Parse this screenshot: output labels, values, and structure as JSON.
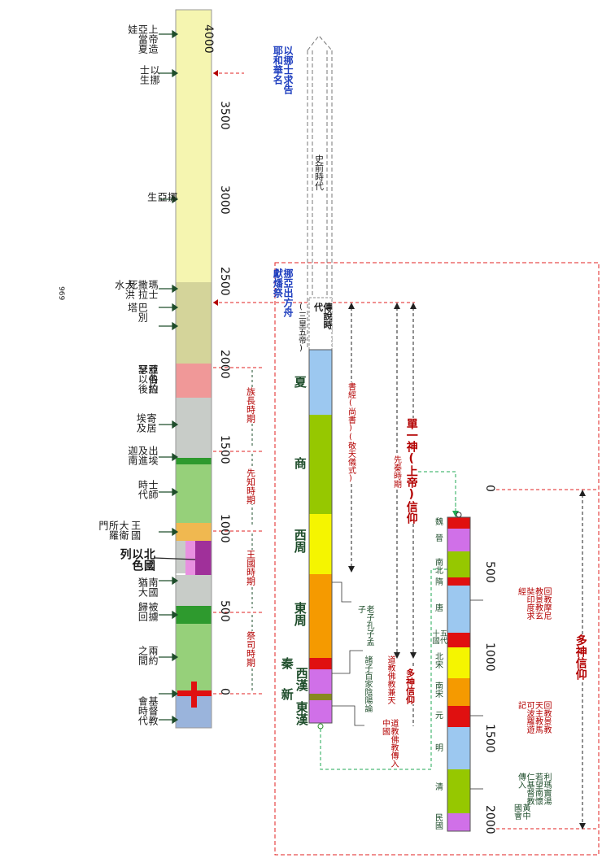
{
  "colors": {
    "green_text": "#1e4d2b",
    "blue_text": "#1f3fbf",
    "red_text": "#b30000",
    "dark_red": "#8b0000"
  },
  "left_scale": {
    "ticks": [
      "4000",
      "3500",
      "3000",
      "2500",
      "2000",
      "1500",
      "1000",
      "500",
      "0"
    ]
  },
  "left_events": [
    {
      "id": "e1",
      "text": "上帝造亞當夏娃"
    },
    {
      "id": "e2",
      "text": "以挪士生"
    },
    {
      "id": "e3",
      "text": "挪亞生"
    },
    {
      "id": "e4",
      "text": "瑪士撒拉死"
    },
    {
      "id": "e5",
      "text": "大洪水"
    },
    {
      "id": "e6",
      "text": "巴別塔"
    },
    {
      "id": "e6b",
      "text": "969"
    },
    {
      "id": "e7",
      "text": "亞伯拉罕以後"
    },
    {
      "id": "e7b",
      "text": "雅各約瑟"
    },
    {
      "id": "e8",
      "text": "寄居埃及"
    },
    {
      "id": "e9",
      "text": "出埃及進迦南"
    },
    {
      "id": "e10",
      "text": "士師時代"
    },
    {
      "id": "e11",
      "text": "王國"
    },
    {
      "id": "e11b",
      "text": "大衛所羅門"
    },
    {
      "id": "e12",
      "text": "北國以色列"
    },
    {
      "id": "e13",
      "text": "南國猶大"
    },
    {
      "id": "e14",
      "text": "被擄歸回"
    },
    {
      "id": "e15",
      "text": "兩約之間"
    },
    {
      "id": "e16",
      "text": "基督教會時代"
    }
  ],
  "periods": [
    {
      "id": "p1",
      "text": "族長時期"
    },
    {
      "id": "p2",
      "text": "先知時期"
    },
    {
      "id": "p3",
      "text": "王國時期"
    },
    {
      "id": "p4",
      "text": "祭司時期"
    }
  ],
  "blue_notes": [
    {
      "id": "b1",
      "text": "以挪士求告耶和華名"
    },
    {
      "id": "b2",
      "text": "挪亞出方舟獻燔祭"
    }
  ],
  "prehistory": {
    "label": "史前時代"
  },
  "china": {
    "legend": "傳說時代",
    "sub": "(三皇五帝)",
    "dynasties": [
      "夏",
      "商",
      "西周",
      "東周",
      "秦",
      "西漢",
      "新",
      "東漢"
    ],
    "annot_shujing": "書經(尚書)(敬天儀式)",
    "annot_xianqin": "先秦時期",
    "annot_monotheism": "單一神(上帝)信仰",
    "annot_laozi": "老子孔子孟子",
    "annot_philosophy": "道教佛教兼天",
    "annot_taixue": "諸子百家陰陽論",
    "annot_buddhism": "道教佛教傳入中國",
    "annot_duoshen": "多神信仰"
  },
  "right_timeline": {
    "ticks": [
      "0",
      "500",
      "1000",
      "1500",
      "2000"
    ],
    "dynasties": [
      "魏",
      "晉",
      "南北",
      "隋",
      "唐",
      "五代十國",
      "北宋",
      "南宋",
      "元",
      "明",
      "清",
      "民國"
    ],
    "note_tang": "回教摩尼教景教玄奘印度求經",
    "note_song": "回教景教天主教馬可波羅遊記",
    "note_qing": "利瑪竇湯若望南懷仁基督教傳入",
    "note_min": "黃中國會",
    "note_duoshen": "多神信仰"
  }
}
